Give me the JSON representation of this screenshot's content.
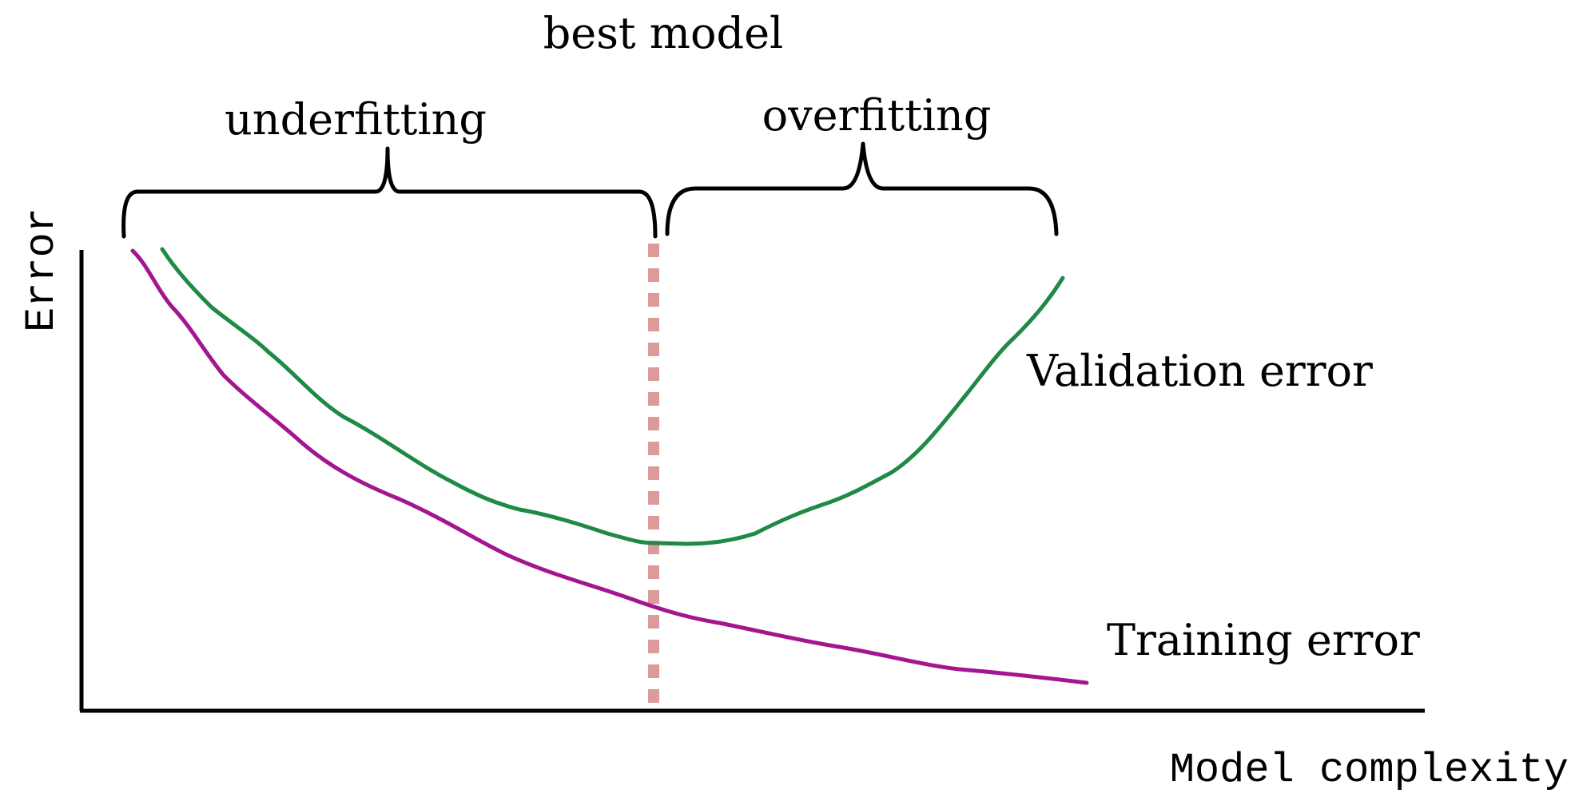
{
  "title": "best model",
  "regions": {
    "underfitting": "underfitting",
    "overfitting": "overfitting"
  },
  "axes": {
    "y_label": "Error",
    "x_label": "Model complexity"
  },
  "curves": {
    "validation": {
      "label": "Validation error",
      "color": "#1f8a45"
    },
    "training": {
      "label": "Training error",
      "color": "#a3168f"
    }
  },
  "best_model_marker": {
    "color": "#dc9a9a"
  }
}
